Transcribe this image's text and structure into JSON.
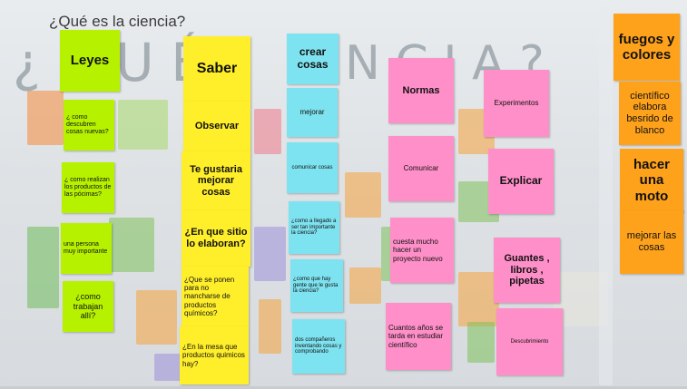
{
  "board": {
    "title": "¿Qué es la ciencia?"
  },
  "notes": {
    "leyes": "Leyes",
    "como_descubren": "¿ como descubren cosas nuevas?",
    "como_realizan": "¿ como realizan los productos de las pócimas?",
    "persona_importante": "una persona muy importante",
    "como_trabajan": "¿como trabajan allí?",
    "saber": "Saber",
    "observar": "Observar",
    "te_gustaria": "Te gustaria mejorar cosas",
    "en_que_sitio": "¿En que sitio lo elaboran?",
    "que_se_ponen": "¿Que se ponen para no mancharse de productos químicos?",
    "en_la_mesa": "¿En la mesa que productos quimicos hay?",
    "crear_cosas": "crear cosas",
    "mejorar": "mejorar",
    "comunicar_cosas": "comunicar cosas",
    "como_a_llegado": "¿como a llegado a ser tan importante la ciencia?",
    "como_que_hay_gente": "¿como que hay gente que le gusta la ciencia?",
    "dos_companeros": "dos compañeros inventando cosas y comprobando",
    "normas": "Normas",
    "experimentos": "Experimentos",
    "comunicar": "Comunicar",
    "explicar": "Explicar",
    "cuesta_mucho": "cuesta mucho hacer un proyecto nuevo",
    "guantes": "Guantes , libros , pipetas",
    "cuantos_anos": "Cuantos años se tarda en estudiar científico",
    "descubrimiento": "Descubrimiento",
    "fuegos": "fuegos y colores",
    "cientifico_elabora": "científico elabora besrido de blanco",
    "hacer_moto": "hacer una moto",
    "mejorar_cosas": "mejorar las cosas"
  },
  "colors": {
    "green": "#b6f200",
    "yellow": "#ffee2a",
    "cyan": "#7ee3f0",
    "pink": "#ff8fc8",
    "orange": "#ffa21b"
  }
}
